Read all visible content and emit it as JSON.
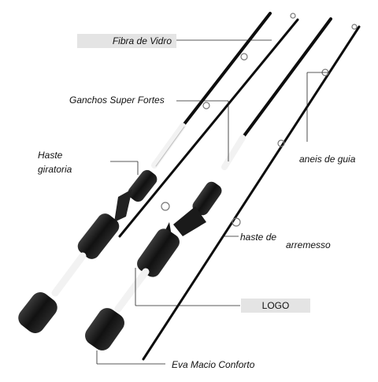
{
  "labels": {
    "fibra": "Fibra de Vidro",
    "ganchos": "Ganchos Super Fortes",
    "haste_gir_1": "Haste",
    "haste_gir_2": "giratoria",
    "aneis": "aneis de guia",
    "arremesso_1": "haste de",
    "arremesso_2": "arremesso",
    "logo": "LOGO",
    "eva": "Eva Macio Conforto"
  },
  "colors": {
    "blank": "#0d0d0d",
    "handle_white": "#f2f2f2",
    "grip": "#1a1a1a",
    "label_box": "#e4e4e4",
    "leader_line": "#222222"
  }
}
